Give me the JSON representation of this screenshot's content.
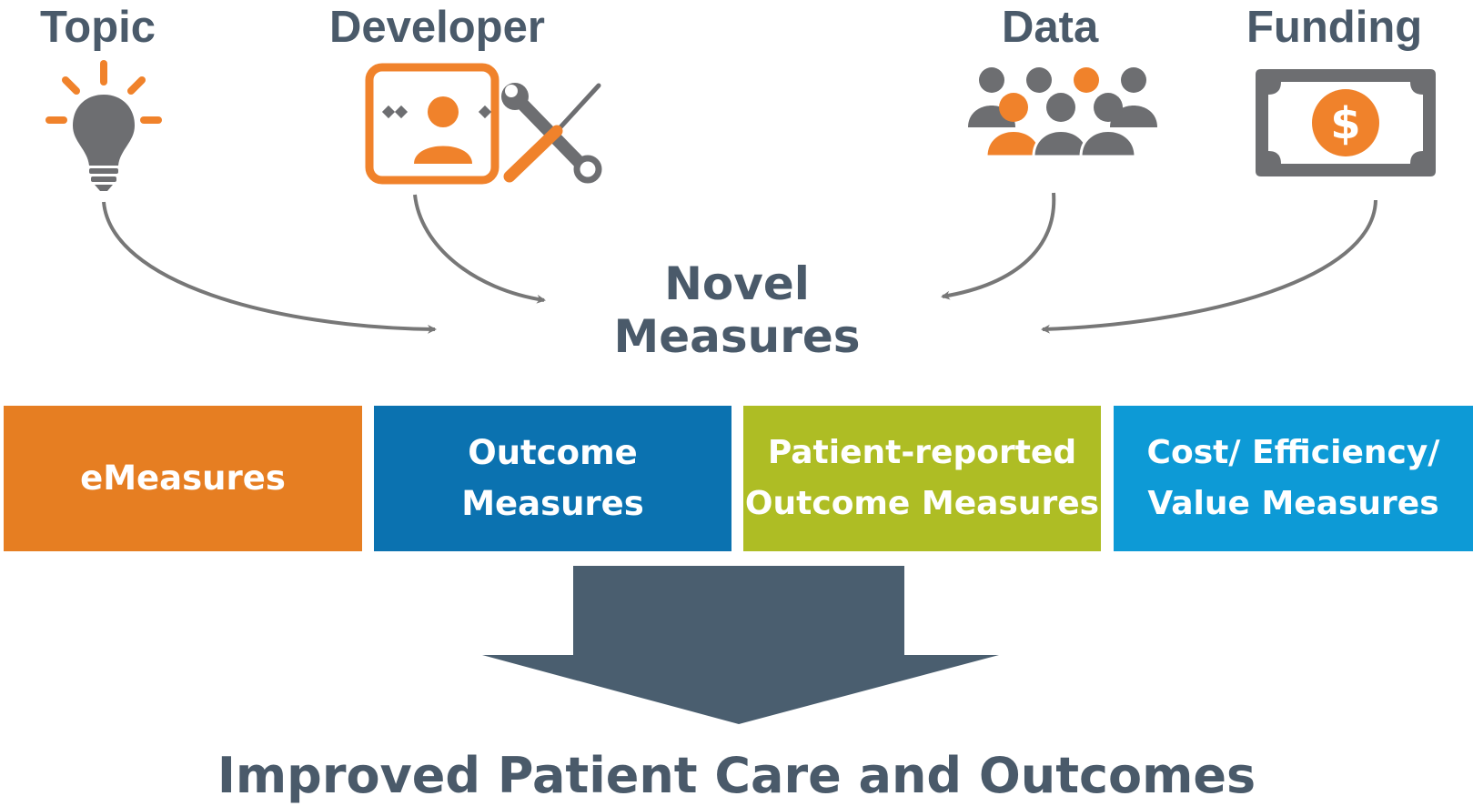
{
  "inputs": {
    "topic": {
      "label": "Topic",
      "icon": "lightbulb-icon"
    },
    "developer": {
      "label": "Developer",
      "icon": "developer-tools-icon"
    },
    "data": {
      "label": "Data",
      "icon": "people-group-icon"
    },
    "funding": {
      "label": "Funding",
      "icon": "dollar-bill-icon"
    }
  },
  "center": {
    "line1": "Novel",
    "line2": "Measures"
  },
  "measures": [
    {
      "label": "eMeasures",
      "color": "#e67e22"
    },
    {
      "label": "Outcome\nMeasures",
      "color": "#0b72b0"
    },
    {
      "label": "Patient-reported\nOutcome Measures",
      "color": "#aebd24"
    },
    {
      "label": "Cost/ Efficiency/\nValue Measures",
      "color": "#0d9ad6"
    }
  ],
  "result": {
    "label": "Improved Patient Care and Outcomes"
  },
  "colors": {
    "accent": "#f0822b",
    "icon_gray": "#6d6e71",
    "text": "#4a5a6a",
    "arrow": "#4a5e6f",
    "connector": "#777777"
  }
}
